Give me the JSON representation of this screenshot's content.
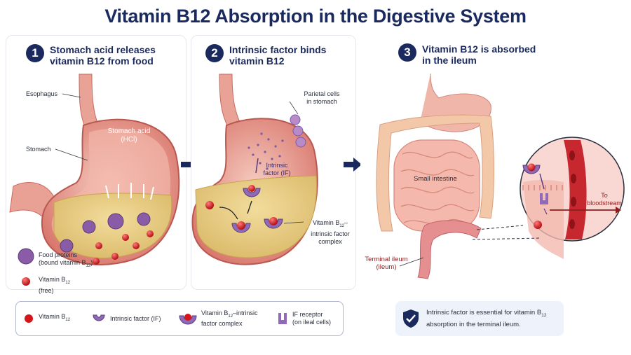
{
  "title": "Vitamin B12 Absorption in the Digestive System",
  "steps": [
    {
      "number": "1",
      "title_line1": "Stomach acid releases",
      "title_line2": "vitamin B12 from food"
    },
    {
      "number": "2",
      "title_line1": "Intrinsic factor binds",
      "title_line2": "vitamin B12"
    },
    {
      "number": "3",
      "title_line1": "Vitamin B12 is absorbed",
      "title_line2": "in the ileum"
    }
  ],
  "panel1": {
    "esophagus": "Esophagus",
    "stomach": "Stomach",
    "acid_line1": "Stomach acid",
    "acid_line2": "(HCl)",
    "key_food_line1": "Food proteins",
    "key_food_line2": "(bound vitamin B",
    "key_food_sub": "12",
    "key_food_end": ")",
    "key_b12_line1": "Vitamin B",
    "key_b12_sub": "12",
    "key_b12_line2": "(free)"
  },
  "panel2": {
    "parietal_line1": "Parietal cells",
    "parietal_line2": "in stomach",
    "if_line1": "Intrinsic",
    "if_line2": "factor (IF)",
    "complex_line1": "Vitamin B",
    "complex_sub": "12",
    "complex_line1_end": "–",
    "complex_line2": "intrinsic factor",
    "complex_line3": "complex"
  },
  "panel3": {
    "small_intestine": "Small intestine",
    "terminal_line1": "Terminal ileum",
    "terminal_line2": "(ileum)",
    "bloodstream_line1": "To",
    "bloodstream_line2": "bloodstream"
  },
  "legend": {
    "b12": "Vitamin B",
    "b12_sub": "12",
    "if": "Intrinsic factor (IF)",
    "complex_line1": "Vitamin B",
    "complex_sub": "12",
    "complex_line1_end": "–intrinsic",
    "complex_line2": "factor complex",
    "receptor_line1": "IF receptor",
    "receptor_line2": "(on ileal cells)"
  },
  "note": {
    "line1": "Intrinsic factor is essential for vitamin B",
    "line1_sub": "12",
    "line2": "absorption in the terminal ileum."
  },
  "colors": {
    "navy": "#1b2a5e",
    "b12_red": "#d4161b",
    "if_purple": "#7b5aa6",
    "stomach_pink": "#e89a92",
    "food_yellow": "#e9d08a"
  },
  "icons": [
    "arrow-right-icon",
    "shield-check-icon"
  ]
}
